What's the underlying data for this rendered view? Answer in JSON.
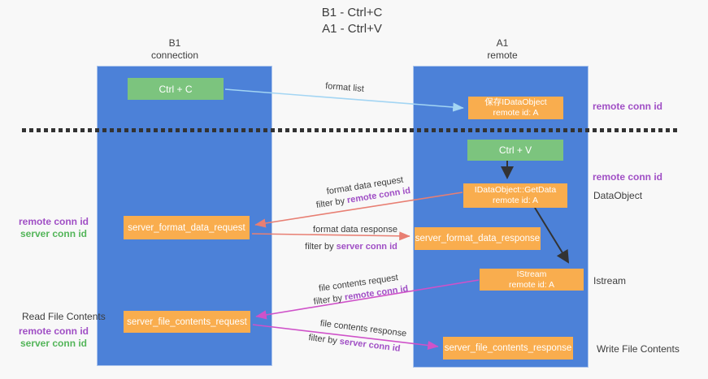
{
  "title": {
    "line1": "B1 - Ctrl+C",
    "line2": "A1 - Ctrl+V"
  },
  "lifelines": {
    "left": {
      "name": "B1",
      "role": "connection"
    },
    "right": {
      "name": "A1",
      "role": "remote"
    }
  },
  "nodes": {
    "ctrl_c": {
      "label": "Ctrl + C"
    },
    "ctrl_v": {
      "label": "Ctrl + V"
    },
    "save_idataobject": {
      "line1": "保存IDataObject",
      "line2": "remote id: A"
    },
    "idataobject_getdata": {
      "line1": "IDataObject::GetData",
      "line2": "remote id: A"
    },
    "istream": {
      "line1": "IStream",
      "line2": "remote id: A"
    },
    "server_format_data_request": {
      "label": "server_format_data_request"
    },
    "server_format_data_response": {
      "label": "server_format_data_response"
    },
    "server_file_contents_request": {
      "label": "server_file_contents_request"
    },
    "server_file_contents_response": {
      "label": "server_file_contents_response"
    }
  },
  "annotations": {
    "remote_conn_id": "remote conn id",
    "server_conn_id": "server conn id",
    "dataobject": "DataObject",
    "istream": "Istream",
    "read_file_contents": "Read File Contents",
    "write_file_contents": "Write File Contents"
  },
  "arrows": {
    "filter_by": "filter by ",
    "format_list": "format list",
    "format_data_request": "format data request",
    "format_data_response": "format data response",
    "file_contents_request": "file contents request",
    "file_contents_response": "file contents response"
  },
  "colors": {
    "lifeline_blue": "#4c81d8",
    "node_orange": "#f9ad4e",
    "node_green": "#7cc47e",
    "arrow_lightblue": "#a3d5f3",
    "arrow_salmon": "#e87f73",
    "arrow_magenta": "#cf52c9",
    "arrow_black": "#333333",
    "text_purple": "#a04fc5",
    "text_green": "#53b559",
    "text_dark": "#3d3d3d",
    "background": "#f8f8f8"
  }
}
